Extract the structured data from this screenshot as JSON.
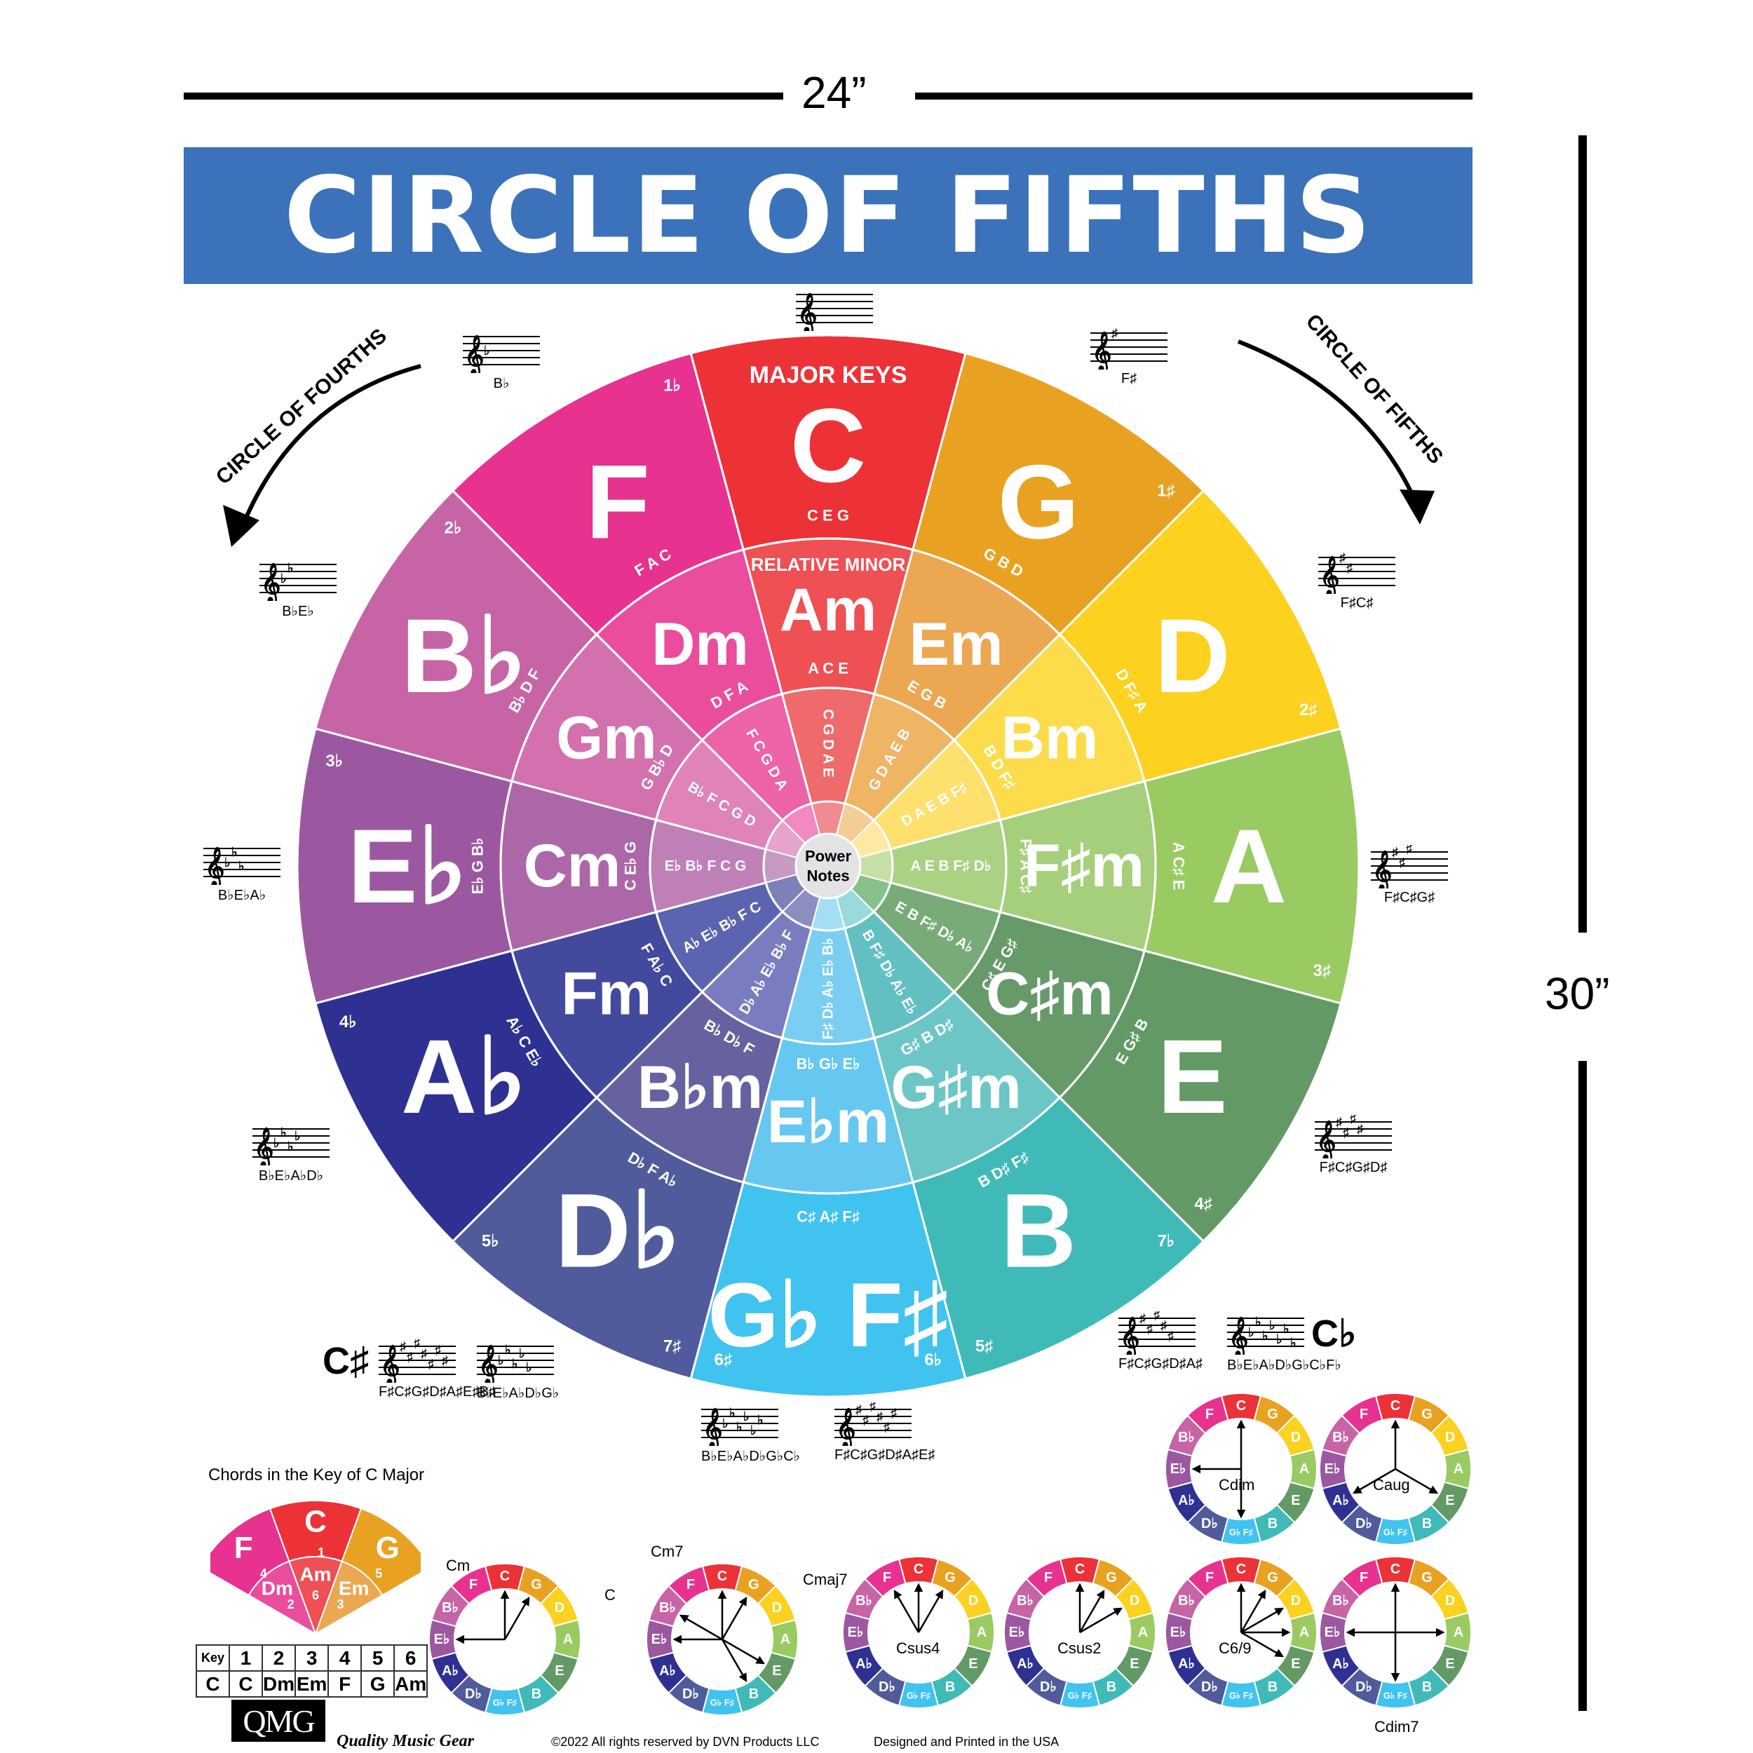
{
  "dimensions": {
    "width_label": "24”",
    "height_label": "30”"
  },
  "title": "CIRCLE OF FIFTHS",
  "arrows": {
    "left": "CIRCLE OF FOURTHS",
    "right": "CIRCLE OF FIFTHS"
  },
  "wheel": {
    "major_header": "MAJOR KEYS",
    "minor_header": "RELATIVE MINOR",
    "center_label_line1": "Power",
    "center_label_line2": "Notes",
    "segments": [
      {
        "major": "C",
        "minor": "Am",
        "count": "",
        "count_left": "",
        "major_triad": "C E G",
        "minor_triad": "A C E",
        "chord_notes": "C G D A E",
        "major_color": "#ec3237",
        "minor_color": "#ee5054",
        "inner_color": "#ef6a6b",
        "power_color": "#f08c8f"
      },
      {
        "major": "G",
        "minor": "Em",
        "count": "1♯",
        "count_left": "",
        "major_triad": "G B D",
        "minor_triad": "E G B",
        "chord_notes": "G D A E B",
        "major_color": "#e9a122",
        "minor_color": "#eba751",
        "inner_color": "#efb464",
        "power_color": "#f3cc96"
      },
      {
        "major": "D",
        "minor": "Bm",
        "count": "2♯",
        "count_left": "",
        "major_triad": "D F♯ A",
        "minor_triad": "B D F♯",
        "chord_notes": "D A E B F♯",
        "major_color": "#fcd11f",
        "minor_color": "#fddc4c",
        "inner_color": "#fde06d",
        "power_color": "#fde9a4"
      },
      {
        "major": "A",
        "minor": "F♯m",
        "count": "3♯",
        "count_left": "",
        "major_triad": "A C♯ E",
        "minor_triad": "F♯ A C♯",
        "chord_notes": "A E B F♯ D♭",
        "major_color": "#9acb62",
        "minor_color": "#a6cf7c",
        "inner_color": "#abd283",
        "power_color": "#c5e0a6"
      },
      {
        "major": "E",
        "minor": "C♯m",
        "count": "4♯",
        "count_left": "",
        "major_triad": "E G♯ B",
        "minor_triad": "C♯ E G♯",
        "chord_notes": "E B F♯ D♭ A♭",
        "major_color": "#629965",
        "minor_color": "#669a69",
        "inner_color": "#78ab78",
        "power_color": "#88c08a"
      },
      {
        "major": "B",
        "minor": "G♯m",
        "count": "5♯",
        "count_left": "7♭",
        "major_triad": "B D♯ F♯",
        "minor_triad": "G♯ B D♯",
        "chord_notes": "B F♯ D♭ A♭ E♭",
        "major_color": "#3fbab8",
        "minor_color": "#6cc6c6",
        "inner_color": "#62bfc2",
        "power_color": "#9ad9dc"
      },
      {
        "major": "G♭ F♯",
        "minor": "E♭m",
        "count": "6♯",
        "count_left": "6♭",
        "major_triad": "C♯ A♯ F♯",
        "minor_triad": "B♭ G♭ E♭",
        "chord_notes": "F♯ D♭ A♭ E♭ B♭",
        "major_color": "#41c3f0",
        "minor_color": "#66c8f0",
        "inner_color": "#79cef1",
        "power_color": "#a4def5"
      },
      {
        "major": "D♭",
        "minor": "B♭m",
        "count": "5♭",
        "count_left": "7♯",
        "major_triad": "D♭ F A♭",
        "minor_triad": "B♭ D♭ F",
        "chord_notes": "D♭ A♭ E♭ B♭ F",
        "major_color": "#4f5b9b",
        "minor_color": "#66629f",
        "inner_color": "#7a7cc0",
        "power_color": "#8d8ec0"
      },
      {
        "major": "A♭",
        "minor": "Fm",
        "count": "4♭",
        "count_left": "",
        "major_triad": "A♭ C E♭",
        "minor_triad": "F A♭ C",
        "chord_notes": "A♭ E♭ B♭ F C",
        "major_color": "#2e3192",
        "minor_color": "#434a9e",
        "inner_color": "#5c64b1",
        "power_color": "#7c81b8"
      },
      {
        "major": "E♭",
        "minor": "Cm",
        "count": "3♭",
        "count_left": "",
        "major_triad": "E♭ G B♭",
        "minor_triad": "C E♭ G",
        "chord_notes": "E♭ B♭ F C G",
        "major_color": "#9b58a0",
        "minor_color": "#ac67a9",
        "inner_color": "#bf80b8",
        "power_color": "#c59bc4"
      },
      {
        "major": "B♭",
        "minor": "Gm",
        "count": "2♭",
        "count_left": "",
        "major_triad": "B♭ D F",
        "minor_triad": "G B♭ D",
        "chord_notes": "B♭ F C G D",
        "major_color": "#c764a5",
        "minor_color": "#d271ae",
        "inner_color": "#df83b8",
        "power_color": "#e6a3cb"
      },
      {
        "major": "F",
        "minor": "Dm",
        "count": "1♭",
        "count_left": "",
        "major_triad": "F A C",
        "minor_triad": "D F A",
        "chord_notes": "F C G D A",
        "major_color": "#e83290",
        "minor_color": "#ea4d9c",
        "inner_color": "#ec63a7",
        "power_color": "#f08ac0"
      }
    ]
  },
  "key_signatures": [
    {
      "key": "C",
      "notes": "",
      "accidentals": 0,
      "type": "none"
    },
    {
      "key": "G",
      "notes": "F♯",
      "accidentals": 1,
      "type": "sharp"
    },
    {
      "key": "D",
      "notes": "F♯C♯",
      "accidentals": 2,
      "type": "sharp"
    },
    {
      "key": "A",
      "notes": "F♯C♯G♯",
      "accidentals": 3,
      "type": "sharp"
    },
    {
      "key": "E",
      "notes": "F♯C♯G♯D♯",
      "accidentals": 4,
      "type": "sharp"
    },
    {
      "key": "B",
      "notes": "F♯C♯G♯D♯A♯",
      "accidentals": 5,
      "type": "sharp"
    },
    {
      "key": "F♯",
      "notes": "F♯C♯G♯D♯A♯E♯",
      "accidentals": 6,
      "type": "sharp"
    },
    {
      "key": "G♭",
      "notes": "B♭E♭A♭D♭G♭C♭",
      "accidentals": 6,
      "type": "flat"
    },
    {
      "key": "C♭",
      "notes": "B♭E♭A♭D♭G♭C♭F♭",
      "accidentals": 7,
      "type": "flat",
      "label": "C♭"
    },
    {
      "key": "C♯",
      "notes": "F♯C♯G♯D♯A♯E♯B♯",
      "accidentals": 7,
      "type": "sharp",
      "label": "C♯"
    },
    {
      "key": "D♭",
      "notes": "B♭E♭A♭D♭G♭",
      "accidentals": 5,
      "type": "flat"
    },
    {
      "key": "A♭",
      "notes": "B♭E♭A♭D♭",
      "accidentals": 4,
      "type": "flat"
    },
    {
      "key": "E♭",
      "notes": "B♭E♭A♭",
      "accidentals": 3,
      "type": "flat"
    },
    {
      "key": "B♭",
      "notes": "B♭E♭",
      "accidentals": 2,
      "type": "flat"
    },
    {
      "key": "F",
      "notes": "B♭",
      "accidentals": 1,
      "type": "flat"
    }
  ],
  "chords_in_c": {
    "caption": "Chords in the Key of C Major",
    "wedge": [
      {
        "name": "F",
        "degree": "4"
      },
      {
        "name": "C",
        "degree": "1"
      },
      {
        "name": "G",
        "degree": "5"
      },
      {
        "name": "Dm",
        "degree": "2"
      },
      {
        "name": "Am",
        "degree": "6"
      },
      {
        "name": "Em",
        "degree": "3"
      }
    ],
    "table": {
      "header": [
        "Key",
        "1",
        "2",
        "3",
        "4",
        "5",
        "6"
      ],
      "row": [
        "C",
        "C",
        "Dm",
        "Em",
        "F",
        "G",
        "Am"
      ]
    }
  },
  "mini_wheels": [
    {
      "label": "Cm",
      "label2": "C",
      "arrows": [
        "C",
        "E♭",
        "G"
      ]
    },
    {
      "label": "Cm7",
      "label2": "Cmaj7",
      "arrows": [
        "C",
        "E♭",
        "G",
        "B♭",
        "E",
        "B"
      ]
    },
    {
      "label": "Csus4",
      "label2": "",
      "arrows": [
        "F",
        "C",
        "G"
      ]
    },
    {
      "label": "Csus2",
      "label2": "",
      "arrows": [
        "C",
        "G",
        "D"
      ]
    },
    {
      "label": "C6/9",
      "label2": "",
      "arrows": [
        "C",
        "G",
        "D",
        "A",
        "E"
      ]
    },
    {
      "label": "Cdim7",
      "label2": "",
      "arrows": [
        "C",
        "E♭",
        "G♭",
        "A"
      ]
    },
    {
      "label": "Cdim",
      "label2": "",
      "arrows": [
        "C",
        "E♭",
        "G♭"
      ]
    },
    {
      "label": "Caug",
      "label2": "",
      "arrows": [
        "C",
        "E",
        "A♭"
      ]
    }
  ],
  "mini_wheel_keys": [
    "C",
    "G",
    "D",
    "A",
    "E",
    "B",
    "G♭ F♯",
    "D♭",
    "A♭",
    "E♭",
    "B♭",
    "F"
  ],
  "brand": {
    "logo": "QMG",
    "tagline": "Quality Music Gear"
  },
  "footer": {
    "copyright": "©2022 All rights reserved by DVN Products LLC",
    "made_in": "Designed and Printed in the USA"
  }
}
